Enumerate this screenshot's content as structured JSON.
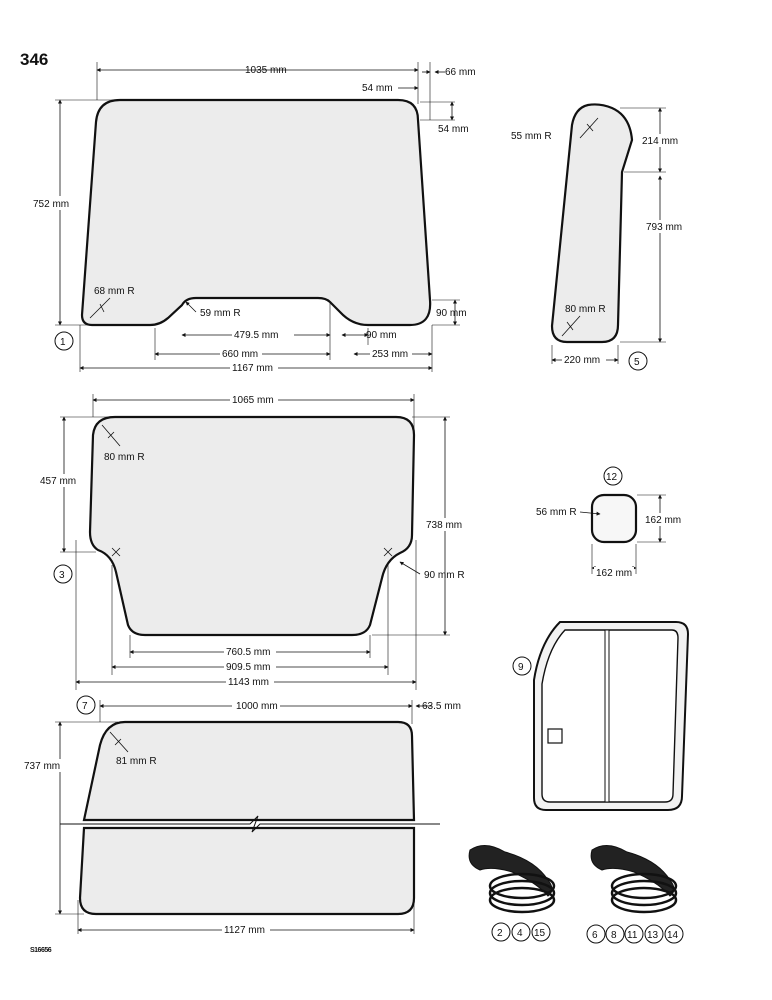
{
  "page_number": "346",
  "figure_ref": "S16656",
  "panel1": {
    "callout": "1",
    "dims": {
      "top_width": "1035 mm",
      "top_right_offset": "66 mm",
      "corner_h": "54 mm",
      "corner_v": "54 mm",
      "height": "752 mm",
      "corner_radius": "68 mm R",
      "notch_radius": "59 mm R",
      "notch_width": "479.5 mm",
      "notch_step": "90 mm",
      "right_step": "90 mm",
      "span_660": "660 mm",
      "span_253": "253 mm",
      "overall_width": "1167 mm"
    }
  },
  "panel5": {
    "callout": "5",
    "dims": {
      "top_radius": "55 mm R",
      "top_drop": "214 mm",
      "height": "793 mm",
      "bottom_radius": "80 mm R",
      "bottom_width": "220 mm"
    }
  },
  "panel3": {
    "callout": "3",
    "dims": {
      "top_width": "1065 mm",
      "corner_radius": "80 mm R",
      "upper_height": "457 mm",
      "height": "738 mm",
      "side_radius": "90 mm R",
      "bottom_width": "760.5 mm",
      "mid_width": "909.5 mm",
      "overall_width": "1143 mm"
    }
  },
  "panel12": {
    "callout": "12",
    "dims": {
      "radius": "56 mm R",
      "height": "162 mm",
      "width": "162 mm"
    }
  },
  "panel7": {
    "callout": "7",
    "dims": {
      "top_width": "1000 mm",
      "offset": "63.5 mm",
      "height": "737 mm",
      "corner_radius": "81 mm R",
      "bottom_width": "1127 mm"
    }
  },
  "panel9": {
    "callout": "9"
  },
  "seals_a": {
    "callouts": [
      "2",
      "4",
      "15"
    ]
  },
  "seals_b": {
    "callouts": [
      "6",
      "8",
      "11",
      "13",
      "14"
    ]
  }
}
